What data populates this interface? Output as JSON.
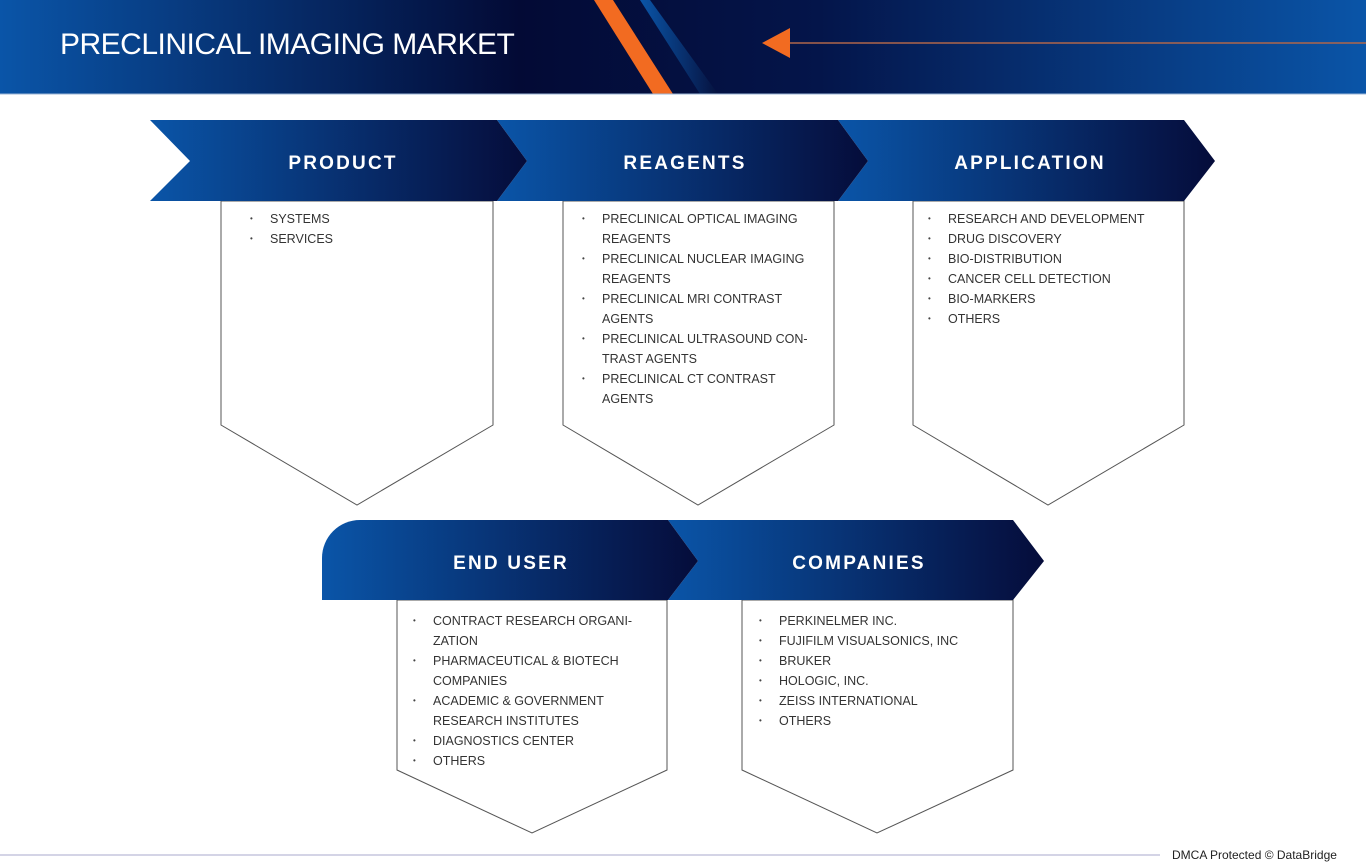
{
  "title": "PRECLINICAL IMAGING MARKET",
  "colors": {
    "accent": "#f26b21",
    "blue": "#0a4fa0",
    "navy": "#06123f"
  },
  "segments": [
    {
      "heading": "PRODUCT",
      "items": [
        "SYSTEMS",
        "SERVICES"
      ]
    },
    {
      "heading": "REAGENTS",
      "items": [
        "PRECLINICAL OPTICAL IMAGING REAGENTS",
        "PRECLINICAL NUCLEAR IMAGING REAGENTS",
        "PRECLINICAL MRI CONTRAST AGENTS",
        "PRECLINICAL ULTRASOUND CON-TRAST AGENTS",
        "PRECLINICAL CT CONTRAST AGENTS"
      ]
    },
    {
      "heading": "APPLICATION",
      "items": [
        "RESEARCH AND DEVELOPMENT",
        "DRUG DISCOVERY",
        " BIO-DISTRIBUTION",
        "CANCER CELL DETECTION",
        "BIO-MARKERS",
        "OTHERS"
      ]
    },
    {
      "heading": "END USER",
      "items": [
        "CONTRACT RESEARCH ORGANI-ZATION",
        "PHARMACEUTICAL & BIOTECH COMPANIES",
        "ACADEMIC & GOVERNMENT RESEARCH INSTITUTES",
        "DIAGNOSTICS CENTER",
        "OTHERS"
      ]
    },
    {
      "heading": "COMPANIES",
      "items": [
        "PERKINELMER INC.",
        "FUJIFILM VISUALSONICS, INC",
        " BRUKER",
        "HOLOGIC, INC.",
        " ZEISS INTERNATIONAL",
        "OTHERS"
      ]
    }
  ],
  "footer": "DMCA Protected © DataBridge"
}
